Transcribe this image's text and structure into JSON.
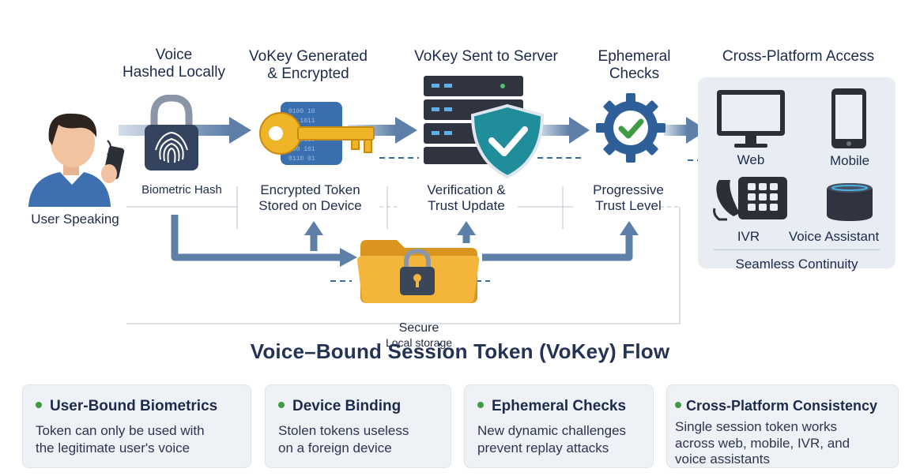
{
  "steps": {
    "voice_hashed": "Voice\nHashed Locally",
    "vokey_generated": "VoKey Generated\n& Encrypted",
    "vokey_sent": "VoKey Sent to Server",
    "ephemeral_checks": "Ephemeral\nChecks",
    "cross_platform": "Cross-Platform Access"
  },
  "labels": {
    "user_speaking": "User Speaking",
    "biometric_hash": "Biometric Hash",
    "encrypted_token": "Encrypted Token\nStored on Device",
    "verification": "Verification &\nTrust Update",
    "progressive": "Progressive\nTrust Level",
    "secure_storage_a": "Secure",
    "secure_storage_b": "Local storage"
  },
  "platforms": {
    "web": "Web",
    "mobile": "Mobile",
    "ivr": "IVR",
    "voice_assistant": "Voice Assistant",
    "seamless": "Seamless Continuity"
  },
  "title": "Voice–Bound Session Token (VoKey) Flow",
  "cards": [
    {
      "heading": "User-Bound Biometrics",
      "text": "Token can only be used with\nthe legitimate user's voice"
    },
    {
      "heading": "Device Binding",
      "text": "Stolen tokens useless\non a foreign device"
    },
    {
      "heading": "Ephemeral Checks",
      "text": "New dynamic challenges\nprevent replay attacks"
    },
    {
      "heading": "Cross-Platform Consistency",
      "text": "Single session token works\nacross web, mobile, IVR, and\nvoice assistants"
    }
  ],
  "colors": {
    "arrow": "#5d7fa8",
    "accent_green": "#3f9a44",
    "key_gold": "#f0b429",
    "folder_gold": "#f3b53a",
    "server_dark": "#2f3440",
    "panel_bg": "#e8edf4"
  },
  "icons": [
    "user-speaking-icon",
    "padlock-fingerprint-icon",
    "key-icon",
    "server-shield-icon",
    "gear-check-icon",
    "monitor-icon",
    "phone-icon",
    "desk-phone-icon",
    "smart-speaker-icon",
    "folder-lock-icon"
  ]
}
